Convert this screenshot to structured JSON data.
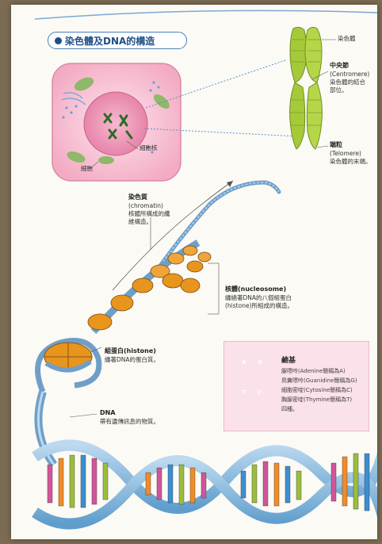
{
  "title": "染色體及DNA的構造",
  "cell": {
    "nucleus_label": "細胞核",
    "cell_label": "細胞"
  },
  "chromosome": {
    "label": "染色體",
    "centromere": {
      "name": "中央節",
      "en": "(Centromere)",
      "desc1": "染色體的結合",
      "desc2": "部位。"
    },
    "telomere": {
      "name": "端粒",
      "en": "(Telomere)",
      "desc1": "染色體的末端。"
    }
  },
  "chromatin": {
    "name": "染色質",
    "en": "(chromatin)",
    "desc1": "核體所構成的纖",
    "desc2": "維構造。"
  },
  "nucleosome": {
    "name": "核體(nucleosome)",
    "desc1": "纏繞著DNA的八個組蛋白",
    "desc2": "(histone)所組成的構造。"
  },
  "histone": {
    "name": "組蛋白(histone)",
    "desc1": "纏著DNA的蛋白質。"
  },
  "dna": {
    "name": "DNA",
    "desc1": "帶有遺傳訊息的物質。"
  },
  "bases": {
    "title": "鹼基",
    "items": [
      "腺嘌呤(Adenine簡稱為A)",
      "鳥糞嘌呤(Guanidine簡稱為G)",
      "細胞密啶(Cytosine簡稱為C)",
      "胸腺密啶(Thymine簡稱為T)",
      "四種。"
    ],
    "letters": [
      "A",
      "T",
      "G",
      "C"
    ]
  },
  "colors": {
    "adenine": "#d2559a",
    "thymine": "#9bbe3c",
    "guanine": "#f08c28",
    "cytosine": "#3c8ed2",
    "chromosome": "#a6c93a",
    "histone": "#e8951e",
    "helix": "#7fb3da"
  }
}
